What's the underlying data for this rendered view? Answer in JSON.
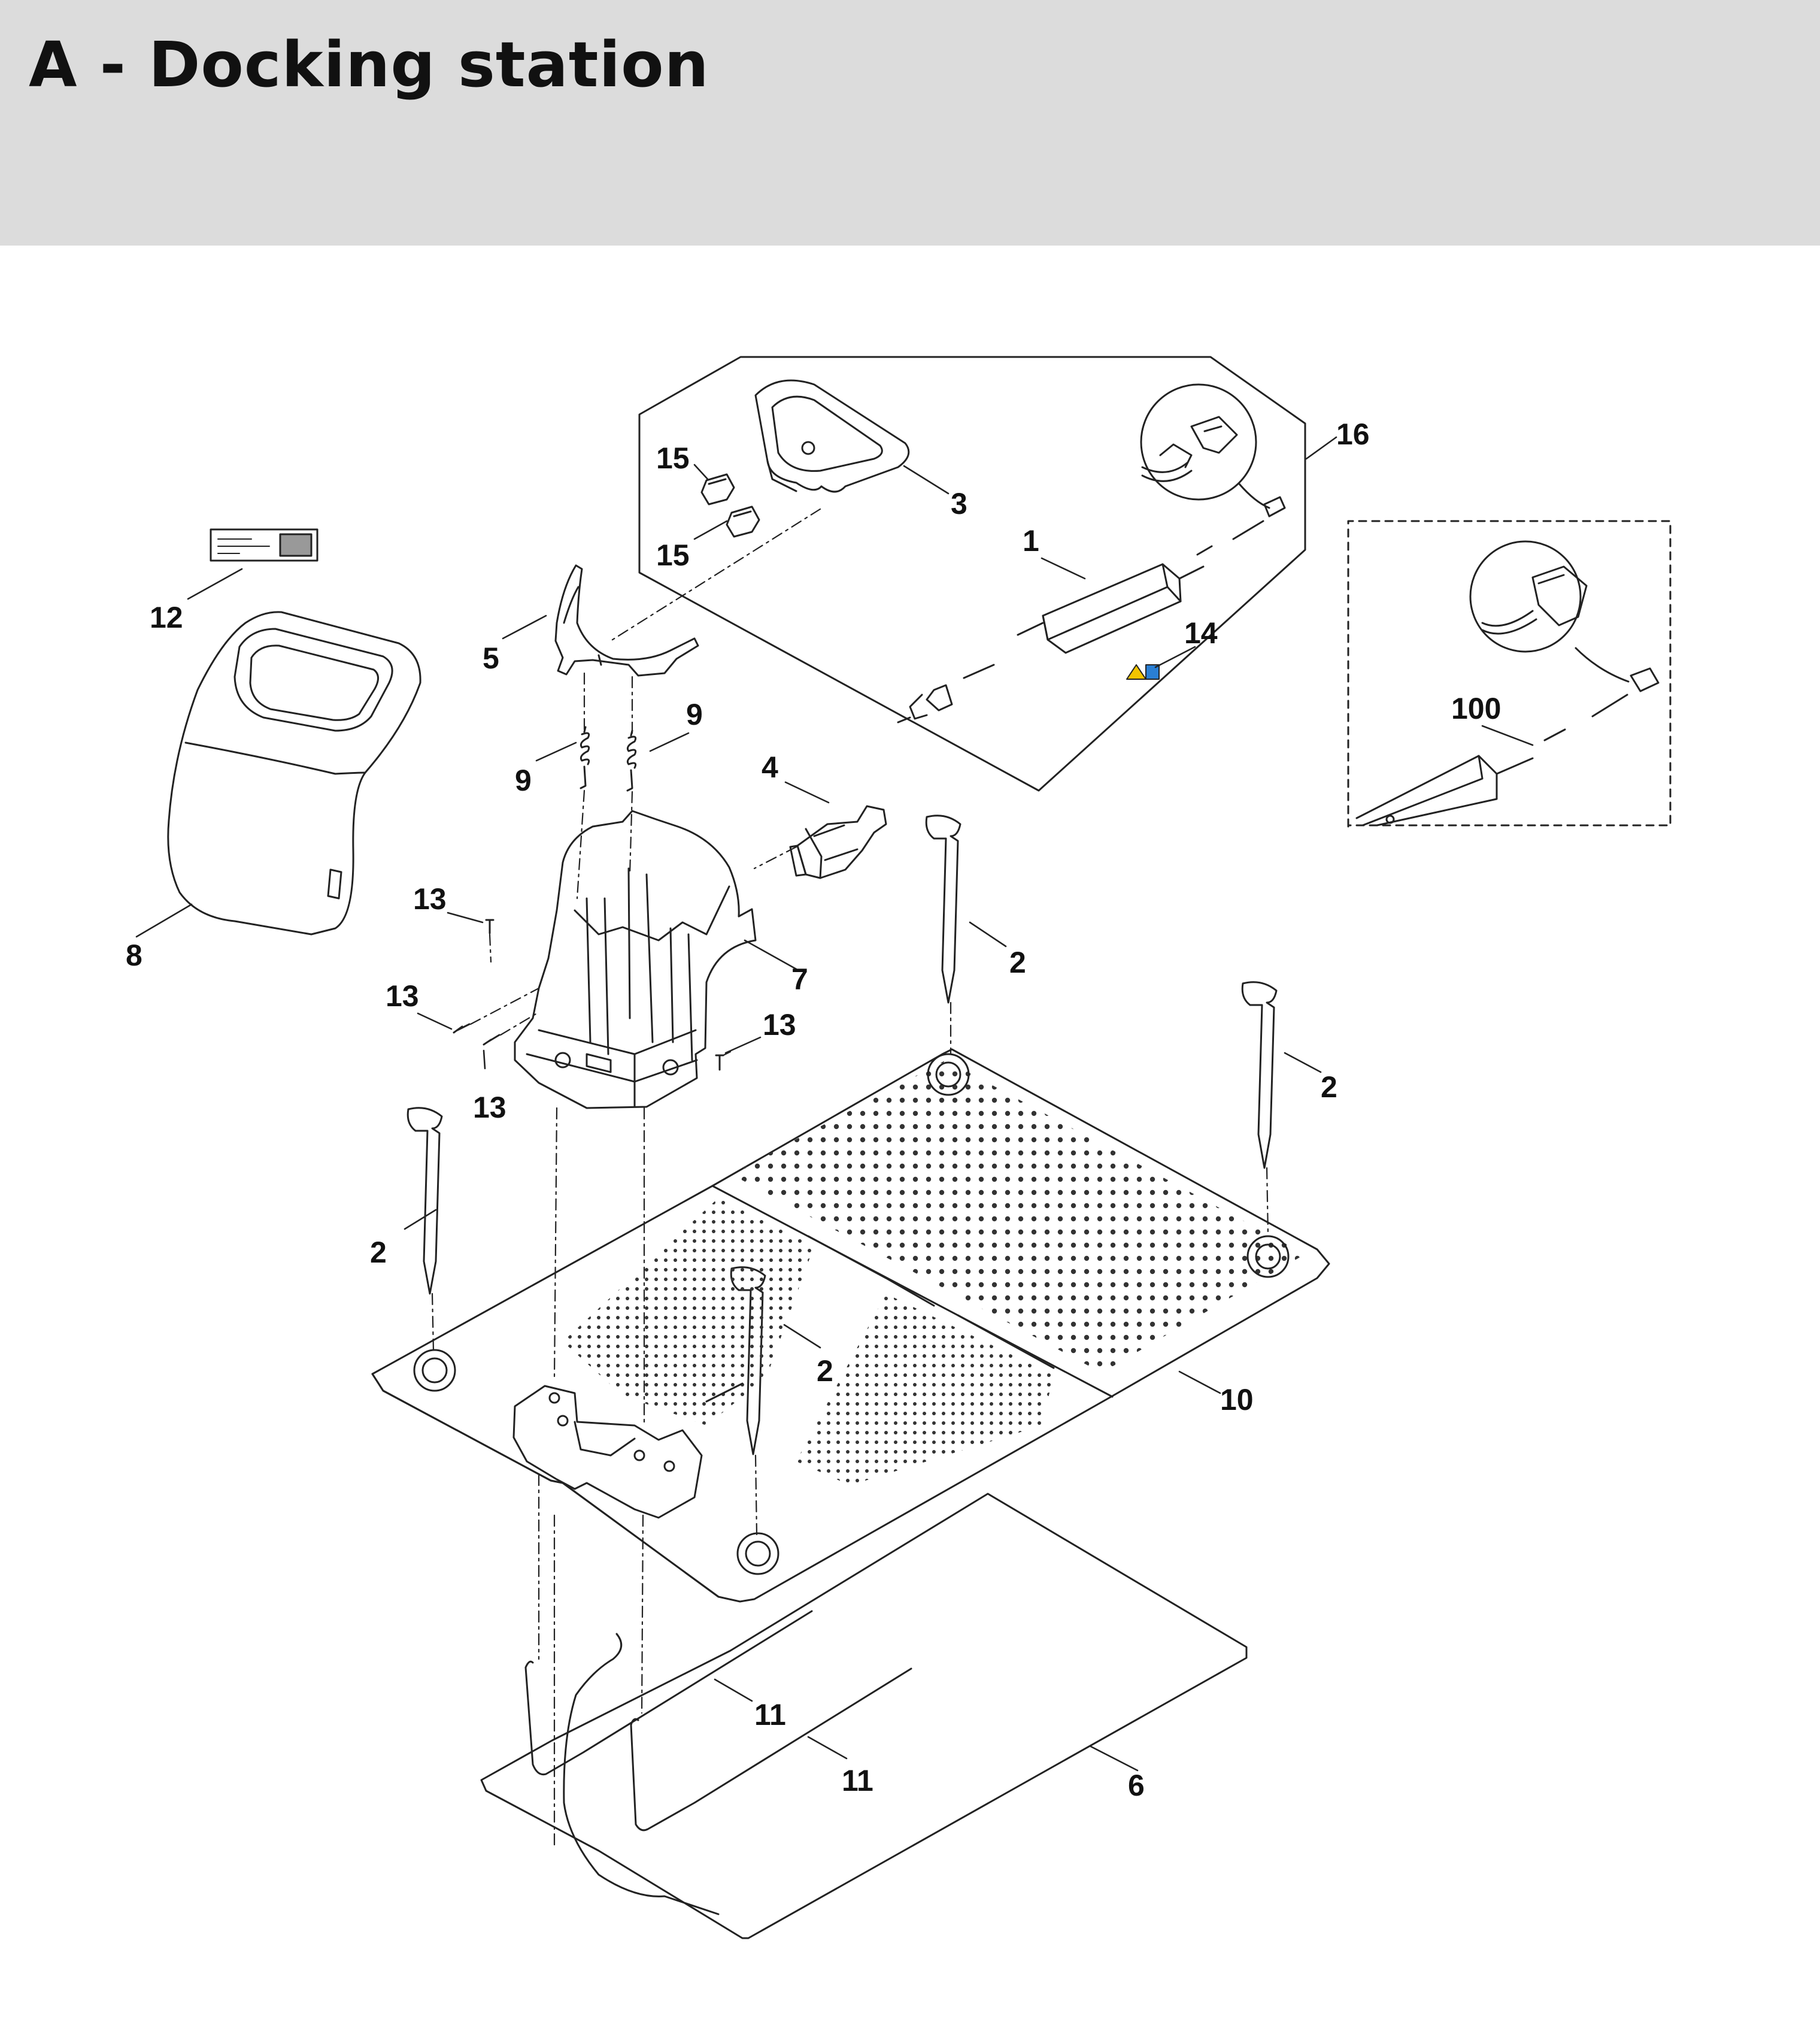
{
  "header": {
    "title": "A - Docking station"
  },
  "colors": {
    "header_background": "#dcdcdc",
    "line": "#222222",
    "warning_yellow": "#f2c400",
    "info_blue": "#2a7fd4"
  },
  "callouts": [
    {
      "id": "c-15a",
      "label": "15"
    },
    {
      "id": "c-15b",
      "label": "15"
    },
    {
      "id": "c-3",
      "label": "3"
    },
    {
      "id": "c-16",
      "label": "16"
    },
    {
      "id": "c-1",
      "label": "1"
    },
    {
      "id": "c-14",
      "label": "14"
    },
    {
      "id": "c-12",
      "label": "12"
    },
    {
      "id": "c-5",
      "label": "5"
    },
    {
      "id": "c-9a",
      "label": "9"
    },
    {
      "id": "c-9b",
      "label": "9"
    },
    {
      "id": "c-4",
      "label": "4"
    },
    {
      "id": "c-100",
      "label": "100"
    },
    {
      "id": "c-8",
      "label": "8"
    },
    {
      "id": "c-13a",
      "label": "13"
    },
    {
      "id": "c-7",
      "label": "7"
    },
    {
      "id": "c-2a",
      "label": "2"
    },
    {
      "id": "c-13b",
      "label": "13"
    },
    {
      "id": "c-13c",
      "label": "13"
    },
    {
      "id": "c-13d",
      "label": "13"
    },
    {
      "id": "c-2b",
      "label": "2"
    },
    {
      "id": "c-2c",
      "label": "2"
    },
    {
      "id": "c-2d",
      "label": "2"
    },
    {
      "id": "c-10",
      "label": "10"
    },
    {
      "id": "c-11a",
      "label": "11"
    },
    {
      "id": "c-11b",
      "label": "11"
    },
    {
      "id": "c-6",
      "label": "6"
    }
  ]
}
